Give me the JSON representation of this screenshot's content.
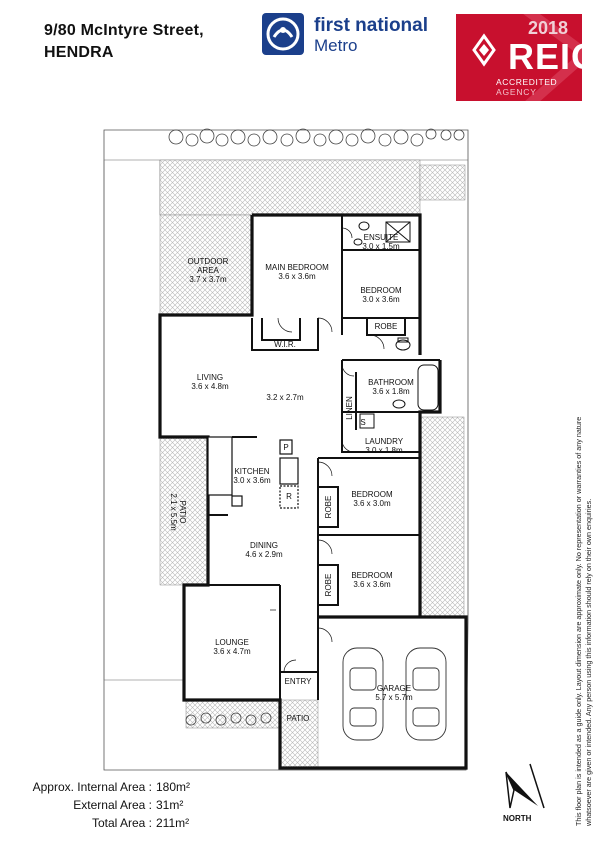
{
  "address": {
    "line1": "9/80 McIntyre Street,",
    "line2": "HENDRA"
  },
  "logo": {
    "brand_top": "first national",
    "brand_bottom": "Metro"
  },
  "badge": {
    "year": "2018",
    "name": "REIQ",
    "line1": "ACCREDITED",
    "line2": "AGENCY",
    "color": "#c8102e"
  },
  "rooms": {
    "ensuite": {
      "name": "ENSUITE",
      "size": "3.0 x 1.5m"
    },
    "main_bedroom": {
      "name": "MAIN BEDROOM",
      "size": "3.6 x 3.6m"
    },
    "bedroom2": {
      "name": "BEDROOM",
      "size": "3.0 x 3.6m"
    },
    "outdoor_area": {
      "name": "OUTDOOR",
      "name2": "AREA",
      "size": "3.7 x 3.7m"
    },
    "robe1": "ROBE",
    "wir": "W.I.R.",
    "living": {
      "name": "LIVING",
      "size": "3.6 x 4.8m"
    },
    "hall": {
      "size": "3.2 x 2.7m"
    },
    "bathroom": {
      "name": "BATHROOM",
      "size": "3.6 x 1.8m"
    },
    "linen": "LINEN",
    "s": "S",
    "laundry": {
      "name": "LAUNDRY",
      "size": "3.0 x 1.8m"
    },
    "p": "P",
    "r": "R",
    "kitchen": {
      "name": "KITCHEN",
      "size": "3.0 x 3.6m"
    },
    "patio_side": {
      "name": "PATIO",
      "size": "2.1 x 5.5m"
    },
    "bedroom3": {
      "name": "BEDROOM",
      "size": "3.6 x 3.0m"
    },
    "robe3": "ROBE",
    "dining": {
      "name": "DINING",
      "size": "4.6 x 2.9m"
    },
    "bedroom4": {
      "name": "BEDROOM",
      "size": "3.6 x 3.6m"
    },
    "robe4": "ROBE",
    "lounge": {
      "name": "LOUNGE",
      "size": "3.6 x 4.7m"
    },
    "entry": "ENTRY",
    "garage": {
      "name": "GARAGE",
      "size": "5.7 x 5.7m"
    },
    "patio_front": "PATIO"
  },
  "areas": [
    {
      "label": "Approx. Internal Area :",
      "value": "180m²"
    },
    {
      "label": "External Area :",
      "value": "31m²"
    },
    {
      "label": "Total Area :",
      "value": "211m²"
    }
  ],
  "compass": {
    "label": "NORTH"
  },
  "disclaimer": "This floor plan is intended as a guide only. Layout dimension are approximate only. No representation or warranties of any nature whatsoever are given or intended. Any person using this information should rely on their own enquiries."
}
